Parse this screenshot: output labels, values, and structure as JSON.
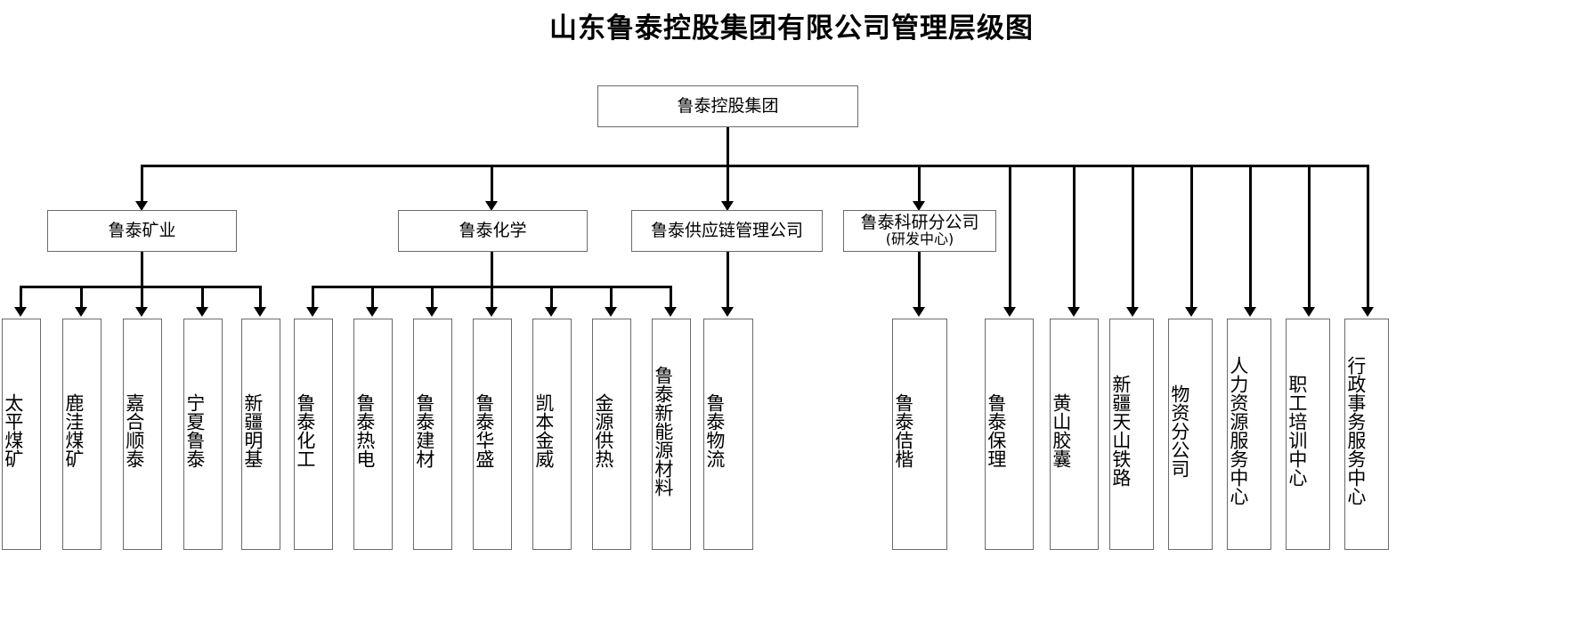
{
  "title": "山东鲁泰控股集团有限公司管理层级图",
  "colors": {
    "box_border": "#6b6b6b",
    "connector": "#000000",
    "background": "#ffffff",
    "text": "#000000"
  },
  "root": {
    "label": "鲁泰控股集团"
  },
  "level2": [
    {
      "label": "鲁泰矿业",
      "sub": ""
    },
    {
      "label": "鲁泰化学",
      "sub": ""
    },
    {
      "label": "鲁泰供应链管理公司",
      "sub": ""
    },
    {
      "label": "鲁泰科研分公司",
      "sub": "(研发中心)"
    }
  ],
  "mining_units": [
    {
      "label": "太平煤矿"
    },
    {
      "label": "鹿洼煤矿"
    },
    {
      "label": "嘉合顺泰"
    },
    {
      "label": "宁夏鲁泰"
    },
    {
      "label": "新疆明基"
    }
  ],
  "chemical_units": [
    {
      "label": "鲁泰化工"
    },
    {
      "label": "鲁泰热电"
    },
    {
      "label": "鲁泰建材"
    },
    {
      "label": "鲁泰华盛"
    },
    {
      "label": "凯本金威"
    },
    {
      "label": "金源供热"
    },
    {
      "label": "鲁泰新能源材料"
    }
  ],
  "supplychain_units": [
    {
      "label": "鲁泰物流"
    }
  ],
  "direct_units": [
    {
      "label": "鲁泰佶楷"
    },
    {
      "label": "鲁泰保理"
    },
    {
      "label": "黄山胶囊"
    },
    {
      "label": "新疆天山铁路"
    },
    {
      "label": "物资分公司"
    },
    {
      "label": "人力资源服务中心"
    },
    {
      "label": "职工培训中心"
    },
    {
      "label": "行政事务服务中心"
    }
  ]
}
